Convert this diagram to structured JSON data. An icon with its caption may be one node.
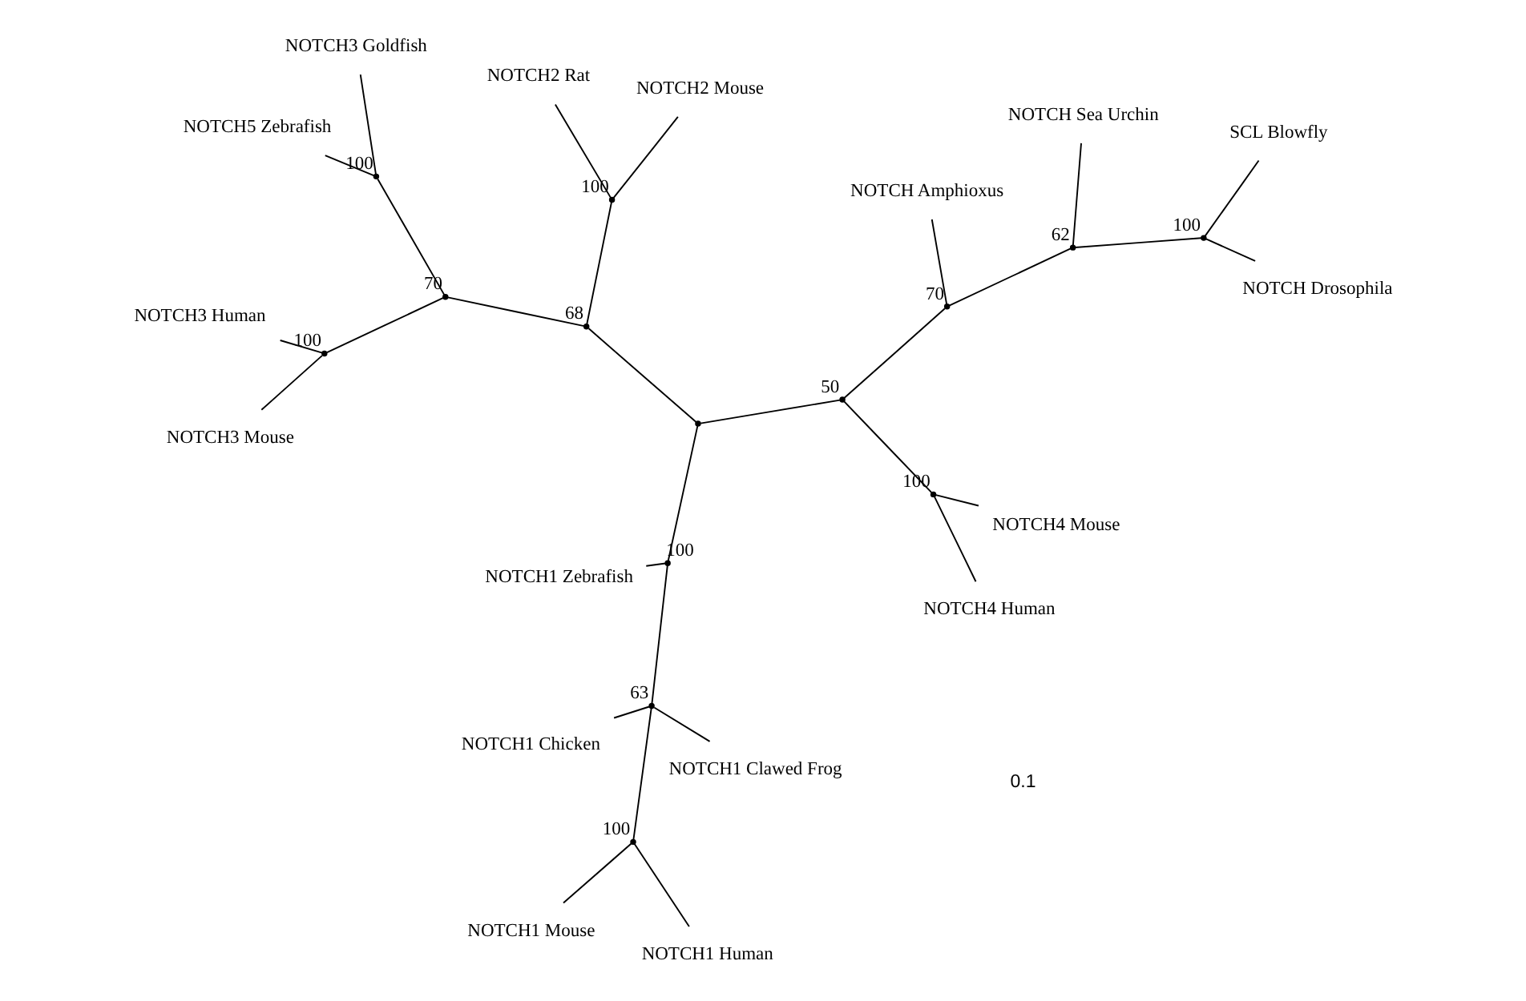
{
  "diagram": {
    "nodes": [
      {
        "text": [
          "NOTCH4 Human"
        ]
      },
      {
        "text": [
          "NOTCH4 Mouse"
        ]
      },
      {
        "text": [],
        "shape": "point",
        "beside": [
          "100"
        ]
      },
      {
        "text": [
          "NOTCH1 Zebrafish"
        ]
      },
      {
        "text": [
          "NOTCH1 Clawed Frog"
        ]
      },
      {
        "text": [
          "NOTCH1 Chicken"
        ]
      },
      {
        "text": [
          "NOTCH1 Mouse"
        ]
      },
      {
        "text": [
          "NOTCH1 Human"
        ]
      },
      {
        "text": [],
        "shape": "point",
        "beside": [
          "63"
        ]
      },
      {
        "text": [],
        "shape": "point",
        "beside": [
          "100"
        ]
      },
      {
        "text": [],
        "shape": "point",
        "beside": [
          "100"
        ]
      },
      {
        "text": [
          "NOTCH Amphioxus"
        ]
      },
      {
        "text": [],
        "shape": "point",
        "beside": [
          "70"
        ]
      },
      {
        "text": [],
        "shape": "point",
        "beside": [
          "50"
        ]
      },
      {
        "text": [],
        "shape": "point"
      },
      {
        "text": [],
        "shape": "point",
        "beside": [
          "62"
        ]
      },
      {
        "text": [],
        "shape": "point",
        "beside": [
          "68"
        ]
      },
      {
        "text": [],
        "shape": "point",
        "beside": [
          "70"
        ]
      },
      {
        "text": [
          "NOTCH3 Mouse"
        ]
      },
      {
        "text": [
          "NOTCH3 Human"
        ]
      },
      {
        "text": [],
        "shape": "point",
        "beside": [
          "100"
        ]
      },
      {
        "text": [
          "NOTCH Sea Urchin"
        ]
      },
      {
        "text": [],
        "shape": "point",
        "beside": [
          "100"
        ]
      },
      {
        "text": [
          "NOTCH Drosophila"
        ]
      },
      {
        "text": [
          "SCL Blowfly"
        ]
      },
      {
        "text": [],
        "shape": "point",
        "beside": [
          "100"
        ]
      },
      {
        "text": [
          "NOTCH3 Goldfish"
        ]
      },
      {
        "text": [
          "NOTCH5 Zebrafish"
        ]
      },
      {
        "text": [],
        "shape": "point",
        "beside": [
          "100"
        ]
      },
      {
        "text": [
          "NOTCH2 Mouse"
        ]
      },
      {
        "text": [
          "NOTCH2 Rat"
        ]
      }
    ],
    "edges": [
      {
        "from": 2,
        "to": 0,
        "arrow": "none"
      },
      {
        "from": 2,
        "to": 1,
        "arrow": "none"
      },
      {
        "from": 13,
        "to": 2,
        "arrow": "none"
      },
      {
        "from": 13,
        "to": 12,
        "arrow": "none"
      },
      {
        "from": 13,
        "to": 14,
        "arrow": "none"
      },
      {
        "from": 14,
        "to": 10,
        "arrow": "none"
      },
      {
        "from": 14,
        "to": 16,
        "arrow": "none"
      },
      {
        "from": 10,
        "to": 3,
        "arrow": "none"
      },
      {
        "from": 10,
        "to": 8,
        "arrow": "none"
      },
      {
        "from": 8,
        "to": 4,
        "arrow": "none"
      },
      {
        "from": 8,
        "to": 5,
        "arrow": "none"
      },
      {
        "from": 8,
        "to": 9,
        "arrow": "none"
      },
      {
        "from": 9,
        "to": 6,
        "arrow": "none"
      },
      {
        "from": 9,
        "to": 7,
        "arrow": "none"
      },
      {
        "from": 12,
        "to": 11,
        "arrow": "none"
      },
      {
        "from": 12,
        "to": 15,
        "arrow": "none"
      },
      {
        "from": 15,
        "to": 21,
        "arrow": "none"
      },
      {
        "from": 15,
        "to": 22,
        "arrow": "none"
      },
      {
        "from": 22,
        "to": 23,
        "arrow": "none"
      },
      {
        "from": 22,
        "to": 24,
        "arrow": "none"
      },
      {
        "from": 16,
        "to": 28,
        "arrow": "none"
      },
      {
        "from": 16,
        "to": 17,
        "arrow": "none"
      },
      {
        "from": 28,
        "to": 29,
        "arrow": "none"
      },
      {
        "from": 28,
        "to": 30,
        "arrow": "none"
      },
      {
        "from": 17,
        "to": 20,
        "arrow": "none"
      },
      {
        "from": 17,
        "to": 25,
        "arrow": "none"
      },
      {
        "from": 20,
        "to": 18,
        "arrow": "none"
      },
      {
        "from": 20,
        "to": 19,
        "arrow": "none"
      },
      {
        "from": 25,
        "to": 26,
        "arrow": "none"
      },
      {
        "from": 25,
        "to": 27,
        "arrow": "none"
      }
    ],
    "labels": [
      "0.1"
    ]
  }
}
